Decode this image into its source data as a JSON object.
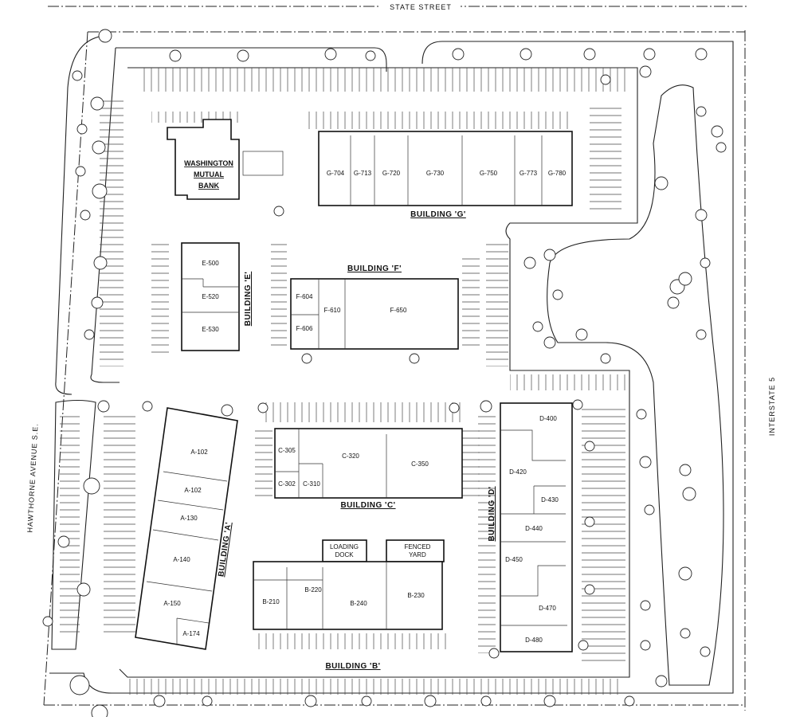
{
  "streets": {
    "north": "STATE STREET",
    "west": "HAWTHORNE AVENUE S.E.",
    "east": "INTERSTATE 5"
  },
  "bank": {
    "lines": [
      "WASHINGTON",
      "MUTUAL",
      "BANK"
    ]
  },
  "buildings": {
    "G": {
      "label": "BUILDING 'G'",
      "units": [
        "G-704",
        "G-713",
        "G-720",
        "G-730",
        "G-750",
        "G-773",
        "G-780"
      ]
    },
    "E": {
      "label": "BUILDING 'E'",
      "units": [
        "E-500",
        "E-520",
        "E-530"
      ]
    },
    "F": {
      "label": "BUILDING 'F'",
      "units": [
        "F-604",
        "F-606",
        "F-610",
        "F-650"
      ]
    },
    "C": {
      "label": "BUILDING 'C'",
      "units": [
        "C-305",
        "C-302",
        "C-310",
        "C-320",
        "C-350"
      ]
    },
    "B": {
      "label": "BUILDING 'B'",
      "units": [
        "B-210",
        "B-220",
        "B-240",
        "B-230"
      ],
      "loading_dock": [
        "LOADING",
        "DOCK"
      ],
      "fenced_yard": [
        "FENCED",
        "YARD"
      ]
    },
    "A": {
      "label": "BUILDING 'A'",
      "units": [
        "A-102",
        "A-102",
        "A-130",
        "A-140",
        "A-150",
        "A-174"
      ]
    },
    "D": {
      "label": "BUILDING 'D'",
      "units": [
        "D-400",
        "D-420",
        "D-430",
        "D-440",
        "D-450",
        "D-470",
        "D-480"
      ]
    }
  }
}
